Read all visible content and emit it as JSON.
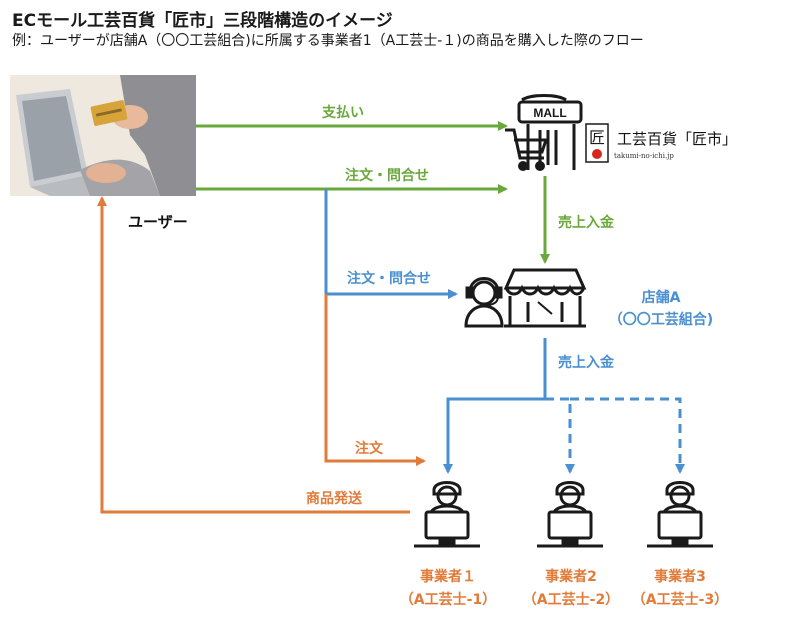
{
  "header": {
    "title": "ECモール工芸百貨「匠市」三段階構造のイメージ",
    "subtitle": "例：ユーザーが店舗A（〇〇工芸組合)に所属する事業者1（A工芸士-１)の商品を購入した際のフロー"
  },
  "user": {
    "label": "ユーザー"
  },
  "mall": {
    "sign": "MALL",
    "logo_char": "匠",
    "name": "工芸百貨「匠市」",
    "url": "takumi-no-ichi.jp"
  },
  "store": {
    "name_line1": "店舗A",
    "name_line2": "（〇〇工芸組合)"
  },
  "flows": {
    "payment": "支払い",
    "order_inquiry_to_mall": "注文・問合せ",
    "sales_to_store": "売上入金",
    "order_inquiry_to_store": "注文・問合せ",
    "sales_to_makers": "売上入金",
    "order_to_maker": "注文",
    "shipping": "商品発送"
  },
  "makers": [
    {
      "name": "事業者１",
      "sub": "（A工芸士-1）"
    },
    {
      "name": "事業者2",
      "sub": "（A工芸士-2）"
    },
    {
      "name": "事業者3",
      "sub": "（A工芸士-3）"
    }
  ],
  "colors": {
    "green": "#6aa83c",
    "blue": "#4a8fd0",
    "orange": "#e07b39",
    "icon": "#1a1a1a"
  }
}
